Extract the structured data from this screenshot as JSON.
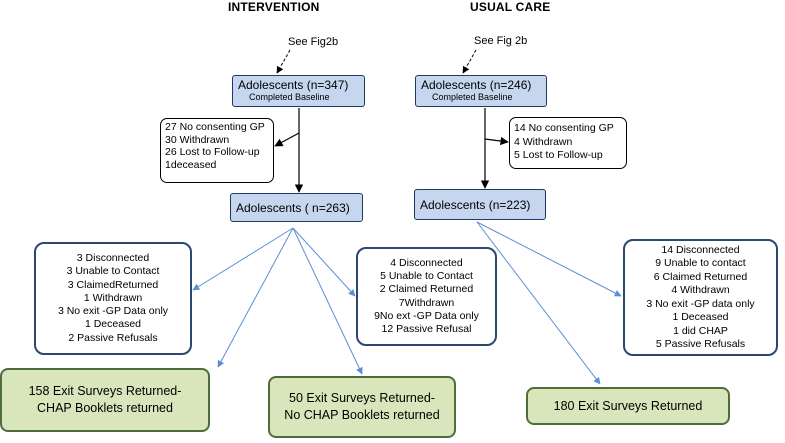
{
  "headings": {
    "intervention": "INTERVENTION",
    "usual_care": "USUAL CARE"
  },
  "see_fig": {
    "intervention": "See Fig2b",
    "usual_care": "See Fig 2b"
  },
  "intervention": {
    "baseline": {
      "title": "Adolescents (n=347)",
      "subtitle": "Completed Baseline"
    },
    "withdrawals": [
      "27 No consenting GP",
      "30 Withdrawn",
      "26 Lost to Follow-up",
      "1deceased"
    ],
    "followup": {
      "title": "Adolescents ( n=263)"
    },
    "lost_a": [
      "3 Disconnected",
      "3 Unable to Contact",
      "3 ClaimedReturned",
      "1 Withdrawn",
      "3 No exit -GP Data only",
      "1 Deceased",
      "2 Passive Refusals"
    ],
    "lost_b": [
      "4 Disconnected",
      "5  Unable to Contact",
      "2 Claimed Returned",
      "7Withdrawn",
      "9No ext -GP Data only",
      "12 Passive Refusal"
    ],
    "outcome_a": [
      "158 Exit Surveys Returned-",
      "CHAP Booklets returned"
    ],
    "outcome_b": [
      "50 Exit Surveys Returned-",
      "No CHAP Booklets returned"
    ]
  },
  "usual_care": {
    "baseline": {
      "title": "Adolescents (n=246)",
      "subtitle": "Completed Baseline"
    },
    "withdrawals": [
      "14  No consenting GP",
      "4 Withdrawn",
      "5 Lost to Follow-up"
    ],
    "followup": {
      "title": "Adolescents (n=223)"
    },
    "lost": [
      "14 Disconnected",
      "9 Unable to contact",
      "6 Claimed Returned",
      "4 Withdrawn",
      "3 No exit -GP data only",
      "1 Deceased",
      "1 did CHAP",
      "5 Passive Refusals"
    ],
    "outcome": [
      "180 Exit Surveys  Returned"
    ]
  }
}
